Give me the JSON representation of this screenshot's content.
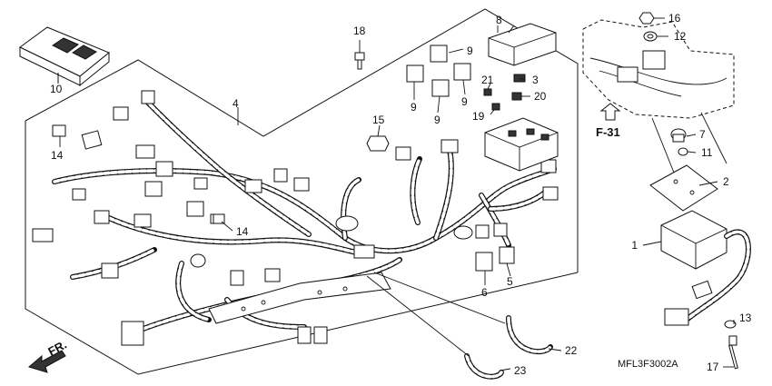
{
  "diagram": {
    "callouts": {
      "c1": "1",
      "c2": "2",
      "c3": "3",
      "c4": "4",
      "c5": "5",
      "c6": "6",
      "c7": "7",
      "c8": "8",
      "c9a": "9",
      "c9b": "9",
      "c9c": "9",
      "c9d": "9",
      "c10": "10",
      "c11": "11",
      "c12": "12",
      "c13": "13",
      "c14a": "14",
      "c14b": "14",
      "c15": "15",
      "c16": "16",
      "c17": "17",
      "c18": "18",
      "c19": "19",
      "c20": "20",
      "c21": "21",
      "c22": "22",
      "c23": "23"
    },
    "front_label": "FR.",
    "section_ref": "F-31",
    "drawing_code": "MFL3F3002A"
  }
}
